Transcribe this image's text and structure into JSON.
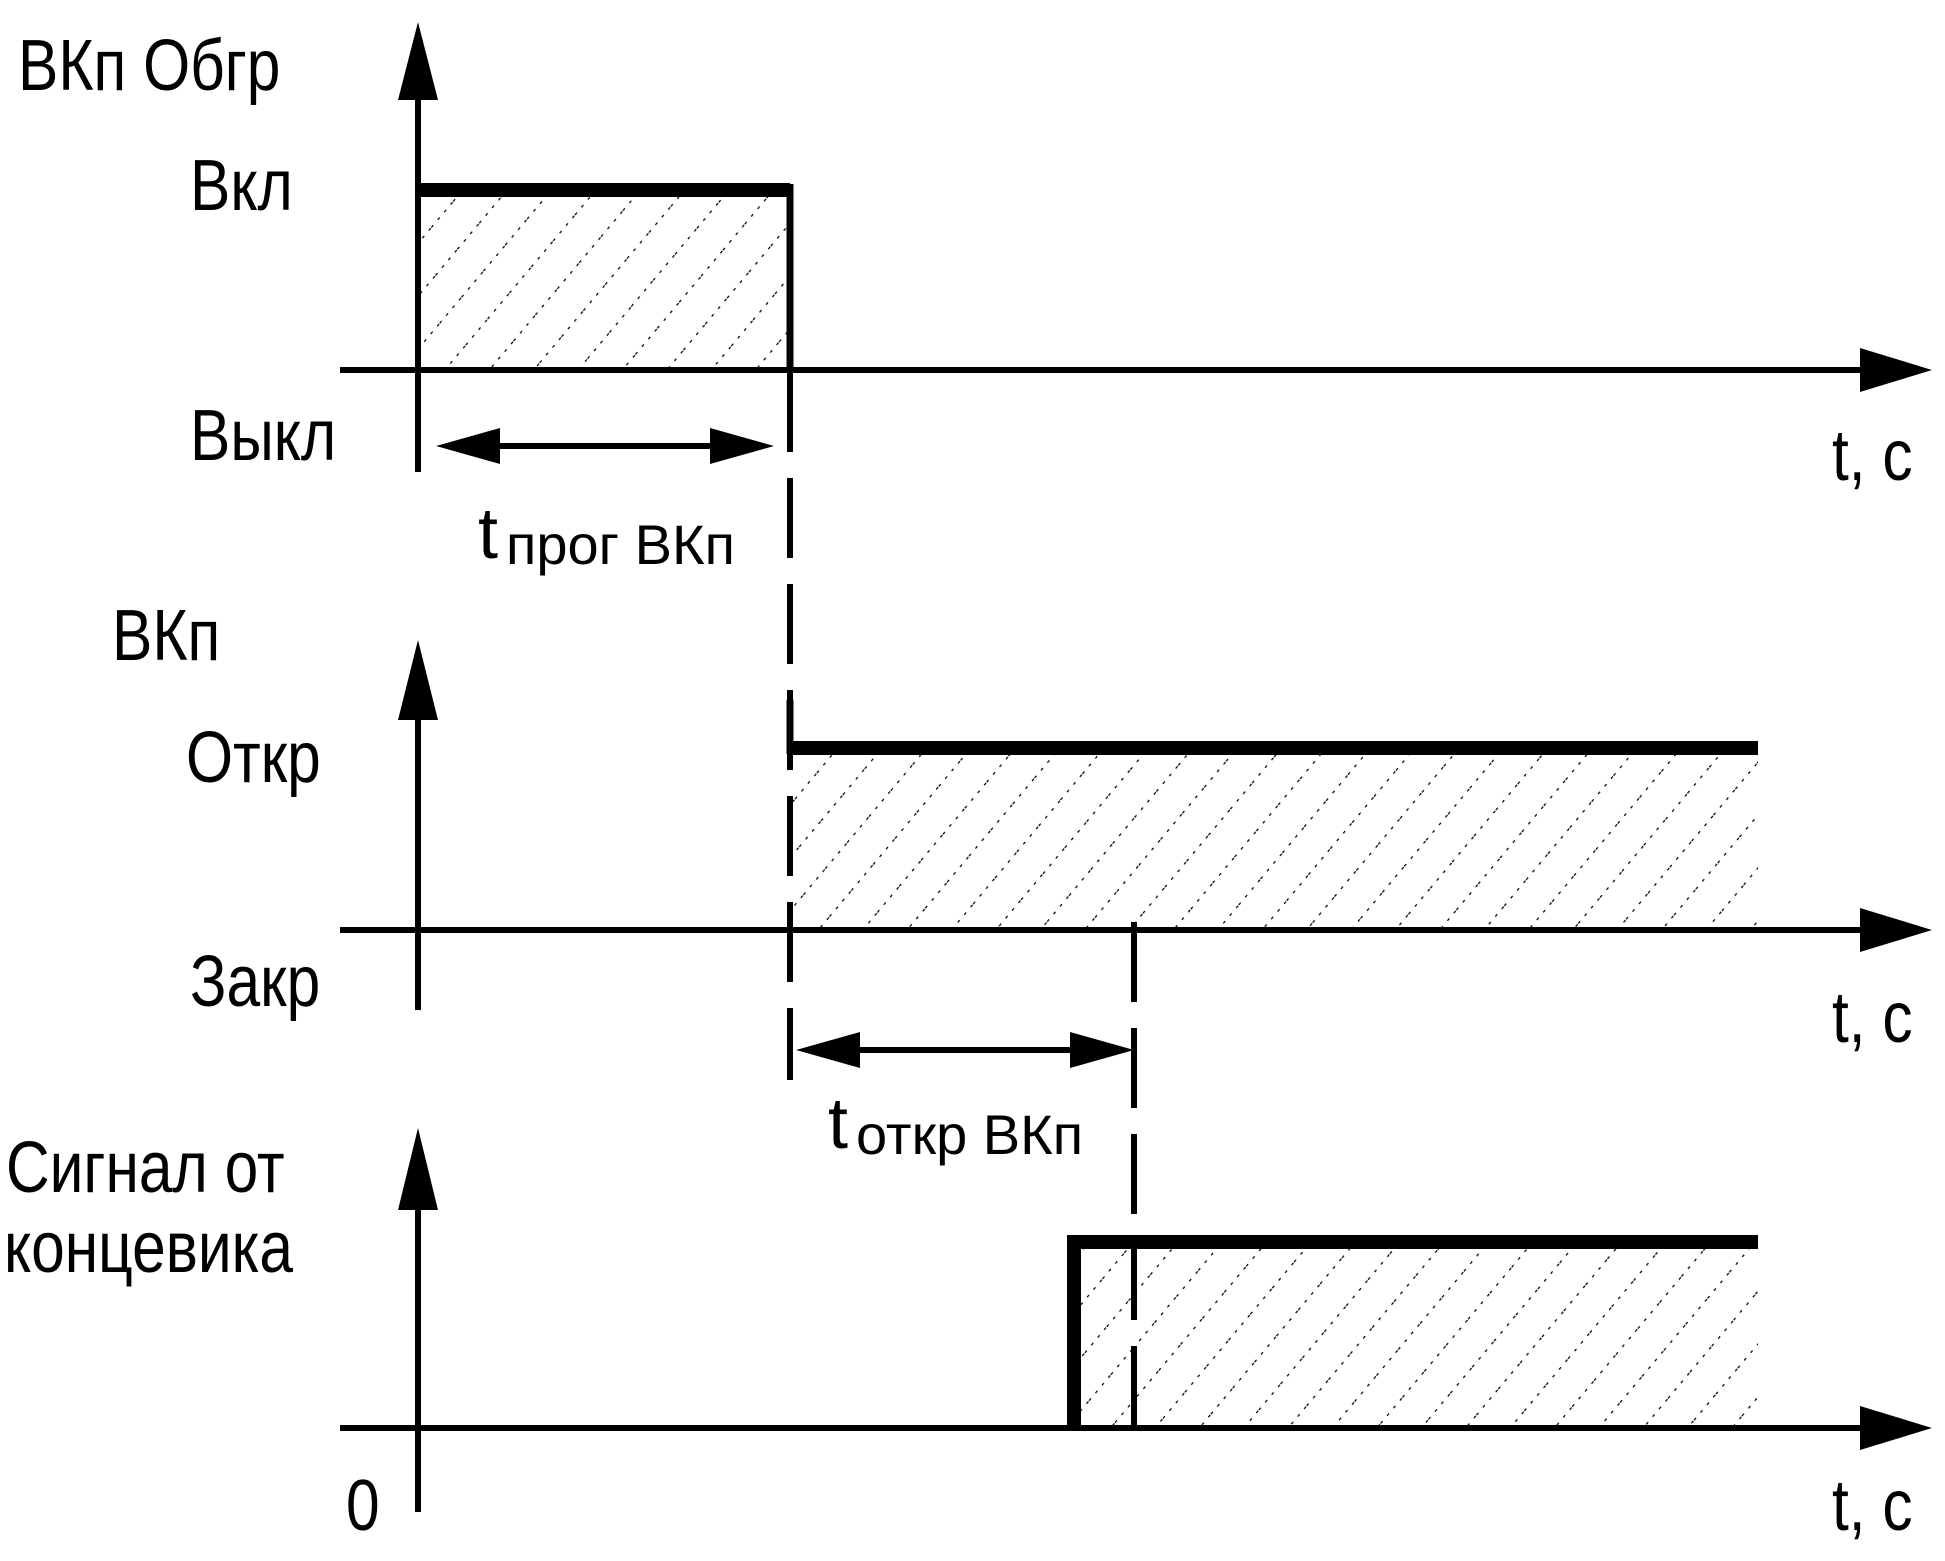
{
  "panels": {
    "top": {
      "axis_label": "ВКп Обгр",
      "high_label": "Вкл",
      "low_label": "Выкл",
      "time_label": "t, c"
    },
    "middle": {
      "axis_label": "ВКп",
      "high_label": "Откр",
      "low_label": "Закр",
      "time_label": "t, c"
    },
    "bottom": {
      "axis_label_line1": "Сигнал от",
      "axis_label_line2": "концевика",
      "origin_label": "0",
      "time_label": "t, c"
    }
  },
  "intervals": {
    "prog": {
      "t": "t",
      "sub": "прог ВКп"
    },
    "open": {
      "t": "t",
      "sub": "откр ВКп"
    }
  },
  "colors": {
    "line": "#000000",
    "background": "#ffffff"
  }
}
